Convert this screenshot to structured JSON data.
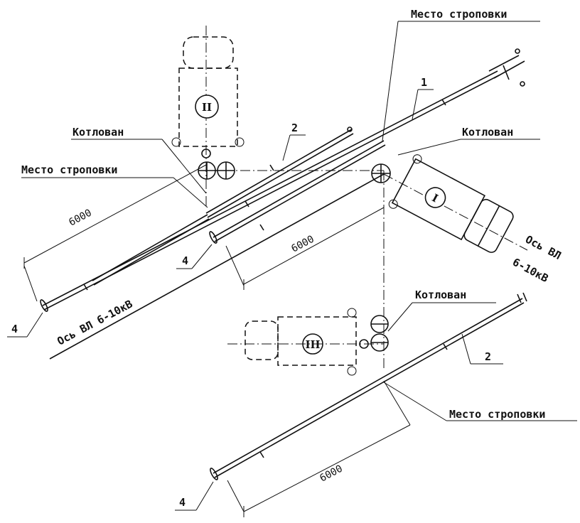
{
  "labels": {
    "slinging_point": "Место строповки",
    "pit": "Котлован",
    "axis_vl": "Ось ВЛ 6-10кВ",
    "axis_vl_line1": "Ось ВЛ",
    "axis_vl_line2": "6-10кВ"
  },
  "positions": {
    "roman_1": "I",
    "roman_2": "II",
    "roman_3": "III"
  },
  "callouts": {
    "item_1": "1",
    "item_2": "2",
    "item_4": "4"
  },
  "dimensions": {
    "length_1": "6000",
    "length_2": "6000",
    "length_3": "6000"
  }
}
